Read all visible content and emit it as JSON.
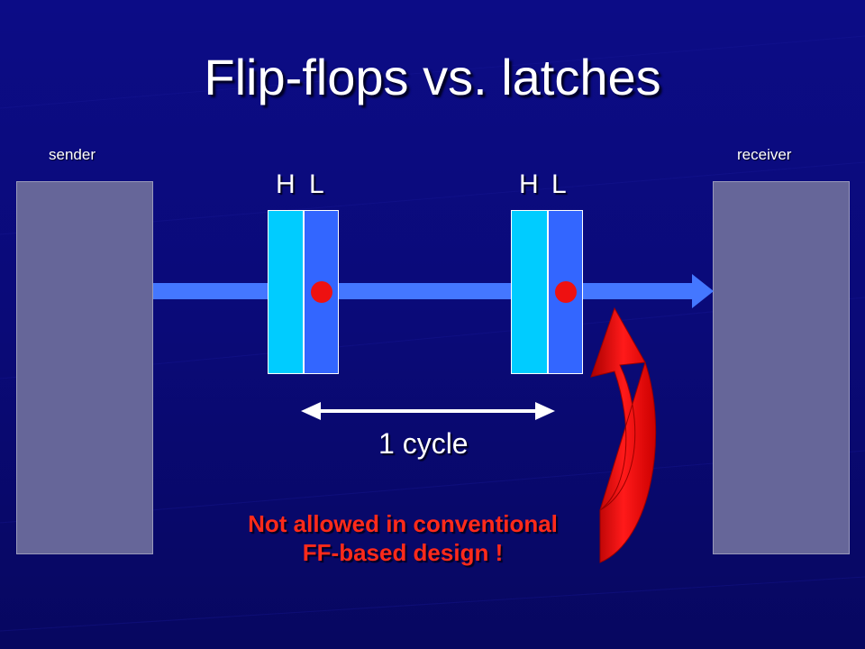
{
  "slide": {
    "title": "Flip-flops vs. latches",
    "sender_label": "sender",
    "receiver_label": "receiver",
    "latch1": {
      "h_label": "H",
      "l_label": "L"
    },
    "latch2": {
      "h_label": "H",
      "l_label": "L"
    },
    "cycle_label": "1 cycle",
    "warning_line1": "Not allowed in conventional",
    "warning_line2": "FF-based design !"
  },
  "colors": {
    "background": "#0a0a7a",
    "block": "#666699",
    "latch_high": "#00ccff",
    "latch_low": "#3366ff",
    "wire": "#4477ff",
    "dot": "#ee1111",
    "curved_arrow": "#ee0000",
    "warning_text": "#ff2a1a"
  }
}
